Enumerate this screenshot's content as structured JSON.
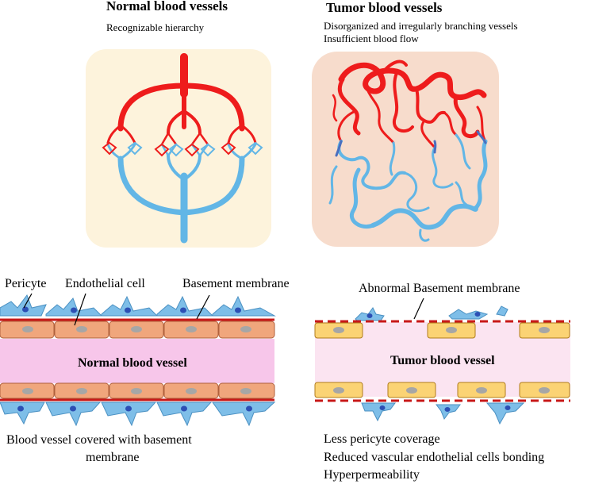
{
  "normal_panel": {
    "title": "Normal blood vessels",
    "subtitle": "Recognizable hierarchy"
  },
  "tumor_panel": {
    "title": "Tumor blood vessels",
    "subtitle_line1": "Disorganized and irregularly branching vessels",
    "subtitle_line2": "Insufficient blood flow"
  },
  "normal_section": {
    "label_pericyte": "Pericyte",
    "label_endothelial": "Endothelial cell",
    "label_basement": "Basement membrane",
    "vessel_label": "Normal blood vessel",
    "caption_line1": "Blood vessel covered with basement",
    "caption_line2": "membrane"
  },
  "tumor_section": {
    "label_abnormal_basement": "Abnormal Basement membrane",
    "vessel_label": "Tumor blood vessel",
    "caption_line1": "Less pericyte coverage",
    "caption_line2": "Reduced vascular endothelial cells bonding",
    "caption_line3": "Hyperpermeability"
  },
  "colors": {
    "artery": "#ee1c1c",
    "vein": "#62b6e6",
    "normal_bg": "#fdf3dc",
    "tumor_bg": "#f7dccc",
    "endothelial": "#f0a67c",
    "tumor_endothelial": "#fbd374",
    "lumen_normal": "#f7c6ea",
    "lumen_tumor": "#fbe4f1",
    "pericyte": "#7ebee8",
    "membrane": "#c81818"
  }
}
